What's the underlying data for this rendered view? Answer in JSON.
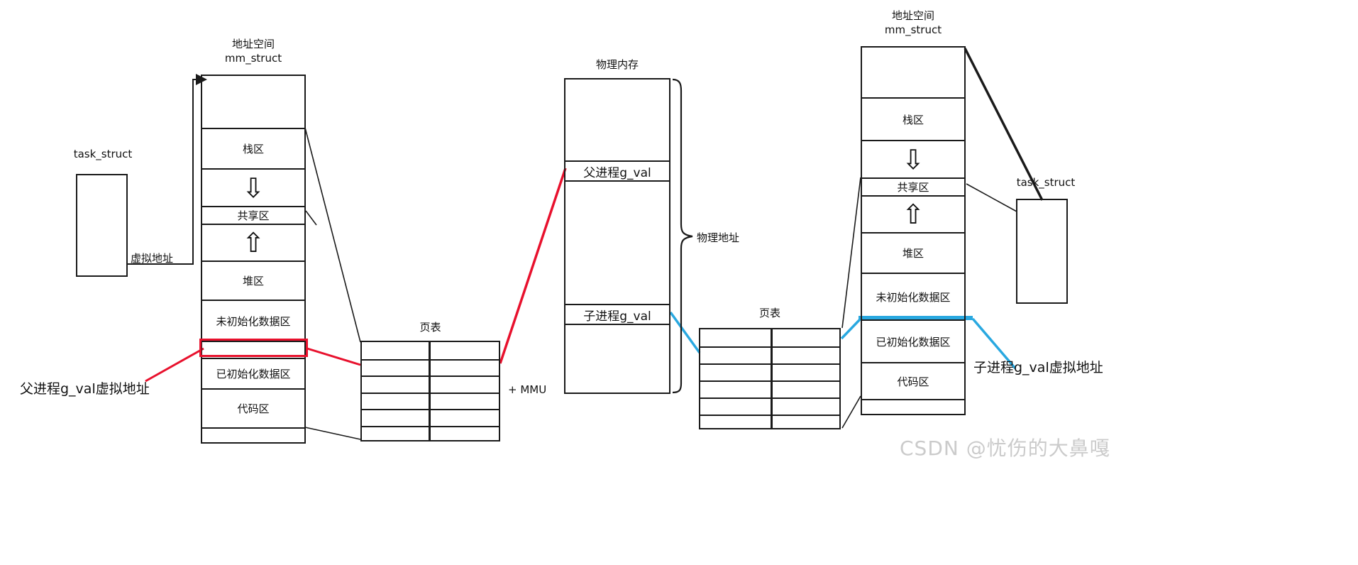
{
  "colors": {
    "line": "#1a1a1a",
    "red": "#e8112d",
    "blue": "#29a8e0",
    "watermark": "#cbcbcb"
  },
  "icons": {
    "arrow_down_glyph": "⇩",
    "arrow_up_glyph": "⇧"
  },
  "labels": {
    "address_space_title": "地址空间\nmm_struct",
    "task_struct": "task_struct",
    "virtual_address": "虚拟地址",
    "page_table": "页表",
    "mmu": "+ MMU",
    "physical_memory": "物理内存",
    "physical_address": "物理地址",
    "parent_gval": "父进程g_val",
    "child_gval": "子进程g_val",
    "parent_gval_vaddr": "父进程g_val虚拟地址",
    "child_gval_vaddr": "子进程g_val虚拟地址"
  },
  "segments": {
    "stack": "栈区",
    "shared": "共享区",
    "heap": "堆区",
    "uninitialized_data": "未初始化数据区",
    "initialized_data": "已初始化数据区",
    "code": "代码区"
  },
  "watermark": "CSDN @忧伤的大鼻嘎"
}
